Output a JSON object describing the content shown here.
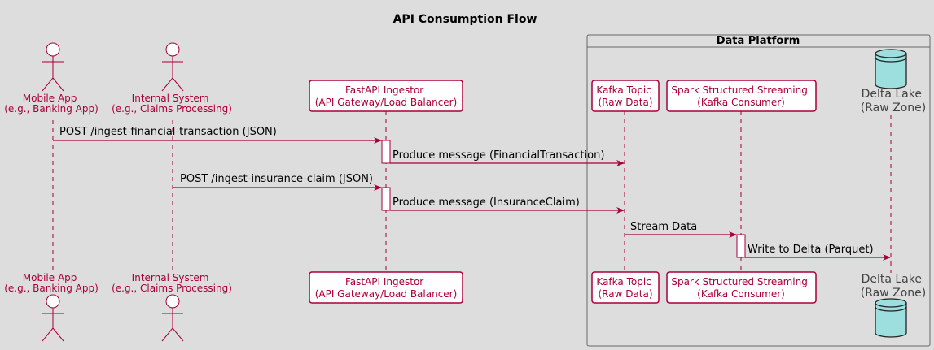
{
  "title": "API Consumption Flow",
  "group": {
    "label": "Data Platform"
  },
  "colors": {
    "background": "#dddddd",
    "accent": "#a80036",
    "box_fill": "#fefefe",
    "database_fill": "#9ddfdf"
  },
  "participants": [
    {
      "id": "mobile",
      "kind": "actor",
      "line1": "Mobile App",
      "line2": "(e.g., Banking App)"
    },
    {
      "id": "internal",
      "kind": "actor",
      "line1": "Internal System",
      "line2": "(e.g., Claims Processing)"
    },
    {
      "id": "fastapi",
      "kind": "box",
      "line1": "FastAPI Ingestor",
      "line2": "(API Gateway/Load Balancer)"
    },
    {
      "id": "kafka",
      "kind": "box",
      "line1": "Kafka Topic",
      "line2": "(Raw Data)"
    },
    {
      "id": "spark",
      "kind": "box",
      "line1": "Spark Structured Streaming",
      "line2": "(Kafka Consumer)"
    },
    {
      "id": "delta",
      "kind": "database",
      "line1": "Delta Lake",
      "line2": "(Raw Zone)"
    }
  ],
  "messages": [
    {
      "from": "mobile",
      "to": "fastapi",
      "label": "POST /ingest-financial-transaction (JSON)"
    },
    {
      "from": "fastapi",
      "to": "kafka",
      "label": "Produce message (FinancialTransaction)"
    },
    {
      "from": "internal",
      "to": "fastapi",
      "label": "POST /ingest-insurance-claim (JSON)"
    },
    {
      "from": "fastapi",
      "to": "kafka",
      "label": "Produce message (InsuranceClaim)"
    },
    {
      "from": "kafka",
      "to": "spark",
      "label": "Stream Data"
    },
    {
      "from": "spark",
      "to": "delta",
      "label": "Write to Delta (Parquet)"
    }
  ]
}
